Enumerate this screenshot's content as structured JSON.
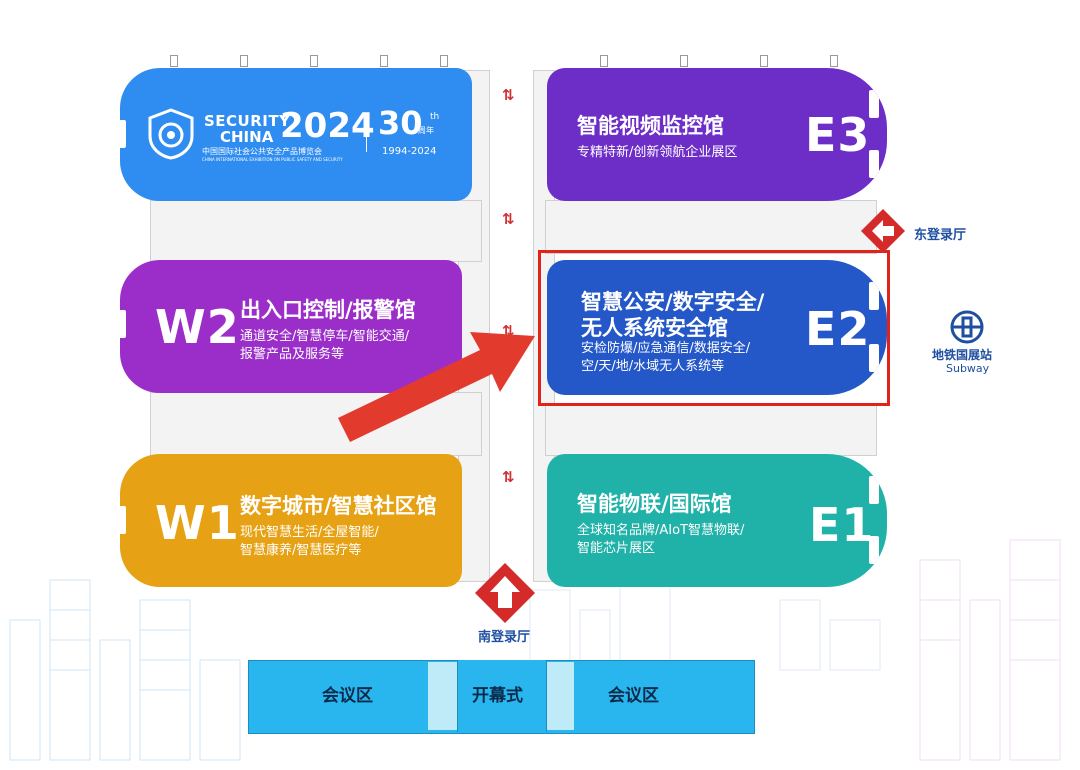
{
  "colors": {
    "hall_w2": "#9b2ec8",
    "hall_w1": "#e6a214",
    "hall_e3": "#6d2ec8",
    "hall_e2": "#2457c8",
    "hall_e1": "#20b2a8",
    "hall_expo": "#2f8cf0",
    "highlight_border": "#e0241c",
    "arrow": "#e33a2e",
    "conference": "#29b6ef"
  },
  "banner": {
    "security": "SECURITY",
    "china": "CHINA",
    "year": "2024",
    "subtitle_cn": "中国国际社会公共安全产品博览会",
    "subtitle_en": "CHINA INTERNATIONAL EXHIBITION ON PUBLIC SAFETY AND SECURITY",
    "anniv_number": "30",
    "anniv_suffix": "th",
    "anniv_cn": "周年",
    "anniv_years": "1994-2024"
  },
  "halls": {
    "w2": {
      "code": "W2",
      "name": "出入口控制/报警馆",
      "desc": [
        "通道安全/智慧停车/智能交通/",
        "报警产品及服务等"
      ]
    },
    "w1": {
      "code": "W1",
      "name": "数字城市/智慧社区馆",
      "desc": [
        "现代智慧生活/全屋智能/",
        "智慧康养/智慧医疗等"
      ]
    },
    "e3": {
      "code": "E3",
      "name": "智能视频监控馆",
      "desc": [
        "专精特新/创新领航企业展区"
      ]
    },
    "e2": {
      "code": "E2",
      "name_lines": [
        "智慧公安/数字安全/",
        "无人系统安全馆"
      ],
      "desc": [
        "安检防爆/应急通信/数据安全/",
        "空/天/地/水域无人系统等"
      ]
    },
    "e1": {
      "code": "E1",
      "name": "智能物联/国际馆",
      "desc": [
        "全球知名品牌/AIoT智慧物联/",
        "智能芯片展区"
      ]
    }
  },
  "entrances": {
    "east": "东登录厅",
    "south": "南登录厅"
  },
  "subway": {
    "label": "地铁国展站",
    "label_en": "Subway"
  },
  "conference": {
    "left": "会议区",
    "center": "开幕式",
    "right": "会议区"
  },
  "passage_arrow": "⇅"
}
